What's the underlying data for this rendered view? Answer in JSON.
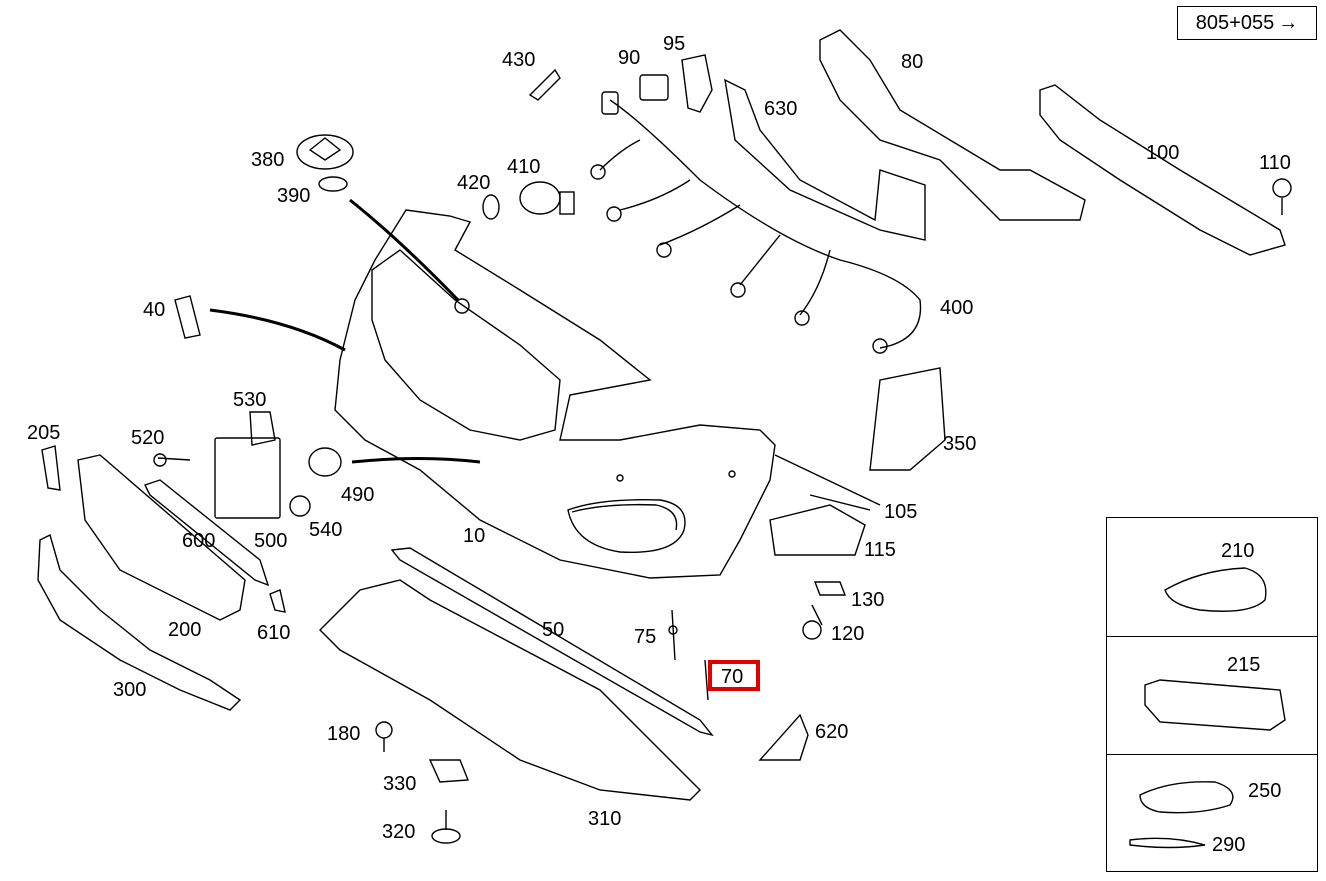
{
  "ref_box": {
    "text": "805+055",
    "arrow": "arrow-right-icon"
  },
  "highlighted_part": "70",
  "callouts": {
    "c10": "10",
    "c40": "40",
    "c50": "50",
    "c70": "70",
    "c75": "75",
    "c80": "80",
    "c90": "90",
    "c95": "95",
    "c100": "100",
    "c105": "105",
    "c110": "110",
    "c115": "115",
    "c120": "120",
    "c130": "130",
    "c180": "180",
    "c200": "200",
    "c205": "205",
    "c300": "300",
    "c310": "310",
    "c320": "320",
    "c330": "330",
    "c350": "350",
    "c380": "380",
    "c390": "390",
    "c400": "400",
    "c410": "410",
    "c420": "420",
    "c430": "430",
    "c490": "490",
    "c500": "500",
    "c520": "520",
    "c530": "530",
    "c540": "540",
    "c600": "600",
    "c610": "610",
    "c620": "620",
    "c630": "630"
  },
  "inset_callouts": {
    "c210": "210",
    "c215": "215",
    "c250": "250",
    "c290": "290"
  },
  "colors": {
    "line": "#000000",
    "highlight": "#e00000",
    "background": "#ffffff"
  }
}
